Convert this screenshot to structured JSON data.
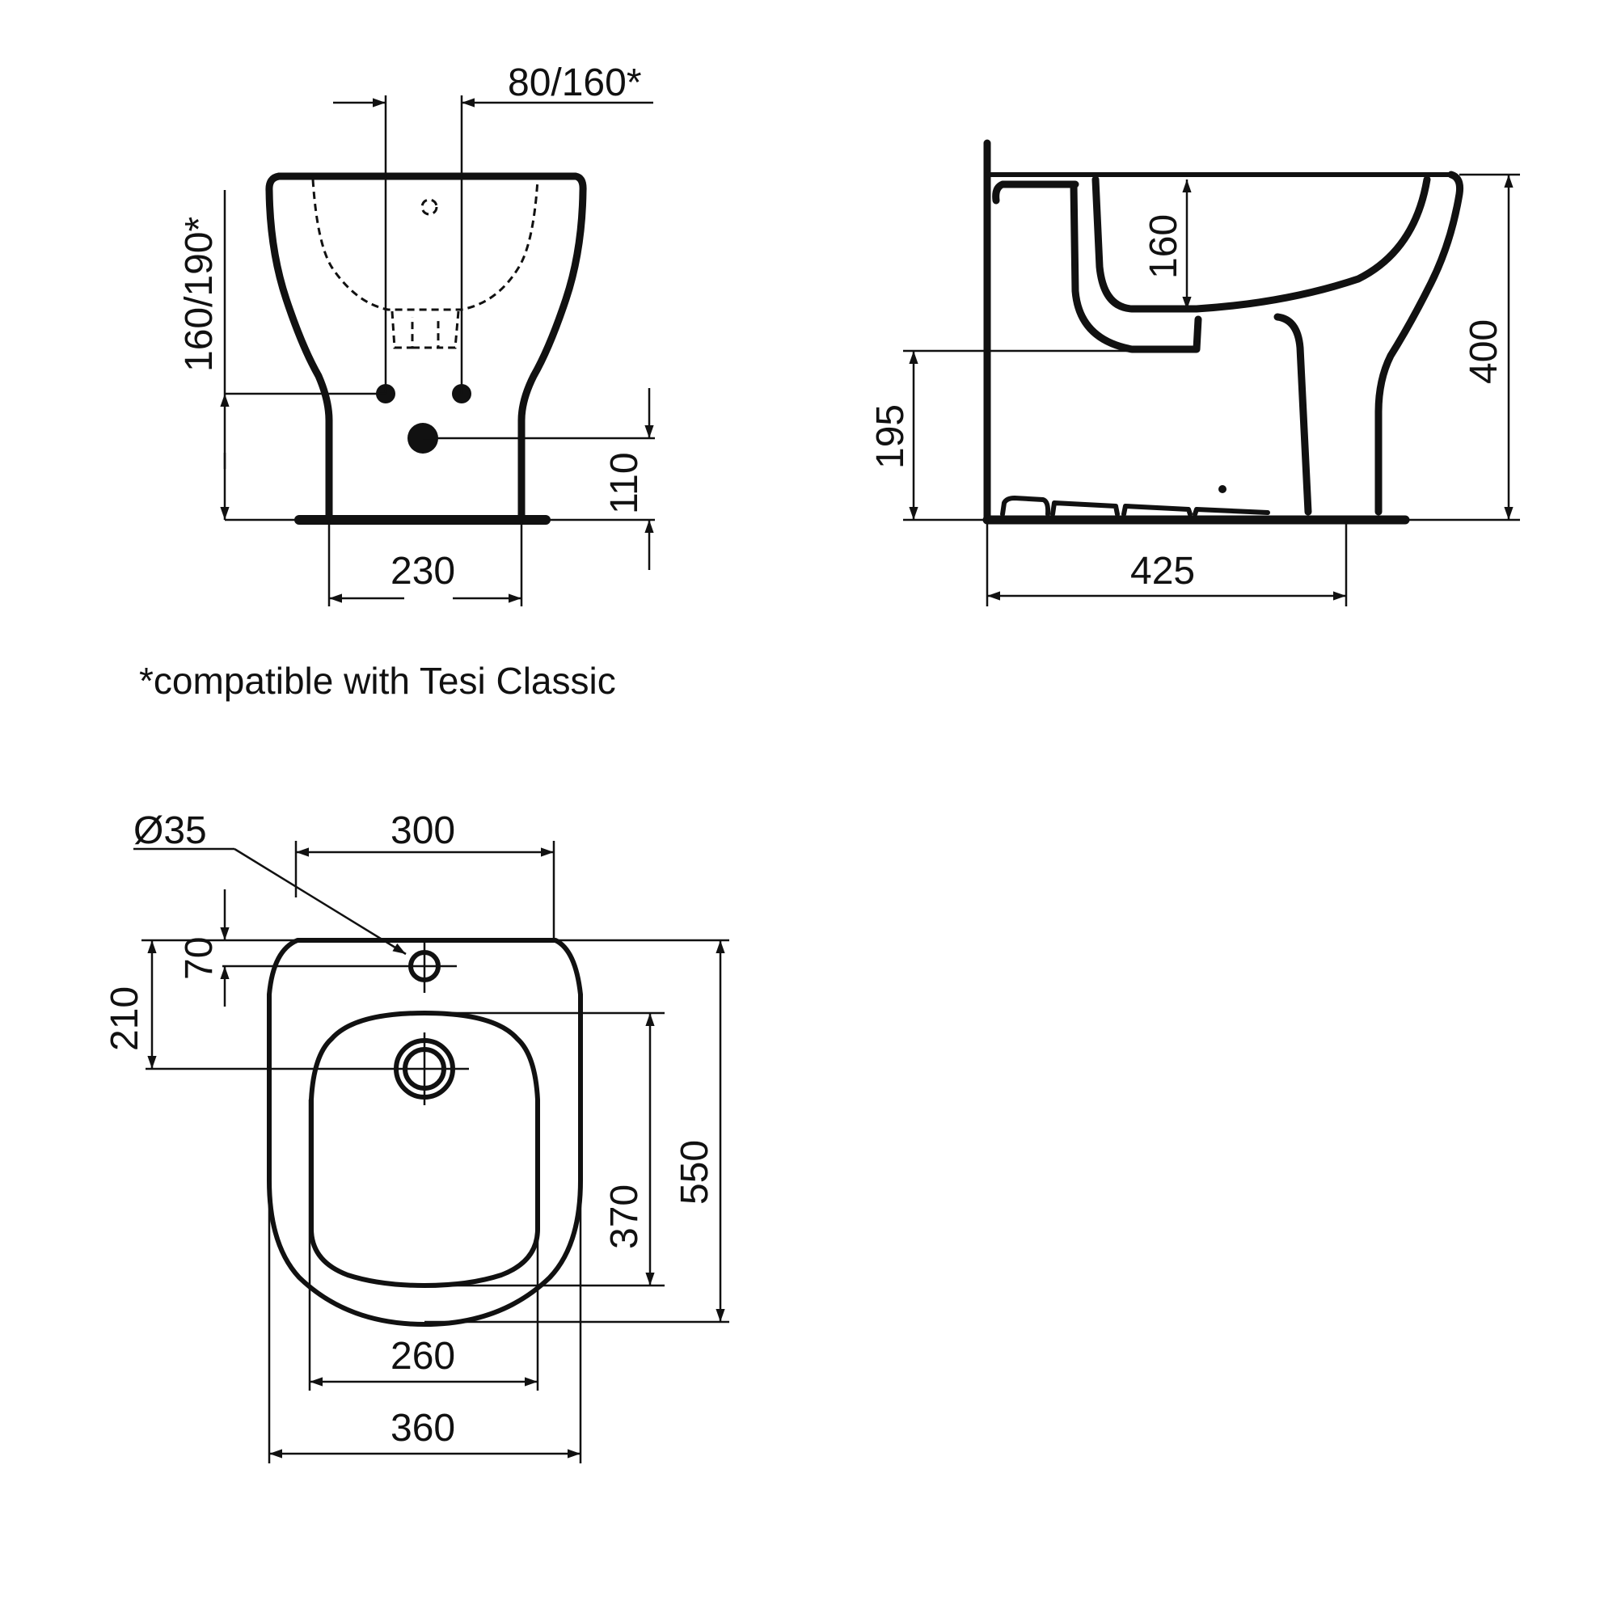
{
  "drawing": {
    "colors": {
      "ink": "#111111",
      "background": "#ffffff"
    },
    "front_view": {
      "dim_spacing_label": "80/160*",
      "dim_height_label": "160/190*",
      "dim_drain_label": "110",
      "dim_base_width_label": "230"
    },
    "side_view": {
      "dim_bowl_depth_label": "160",
      "dim_outlet_height_label": "195",
      "dim_total_height_label": "400",
      "dim_depth_label": "425"
    },
    "footnote": "*compatible with Tesi Classic",
    "plan_view": {
      "hole_diameter_label": "Ø35",
      "dim_rear_width_label": "300",
      "dim_tap_offset_label": "70",
      "dim_drain_offset_label": "210",
      "dim_bowl_length_label": "370",
      "dim_total_length_label": "550",
      "dim_bowl_width_label": "260",
      "dim_total_width_label": "360"
    }
  }
}
